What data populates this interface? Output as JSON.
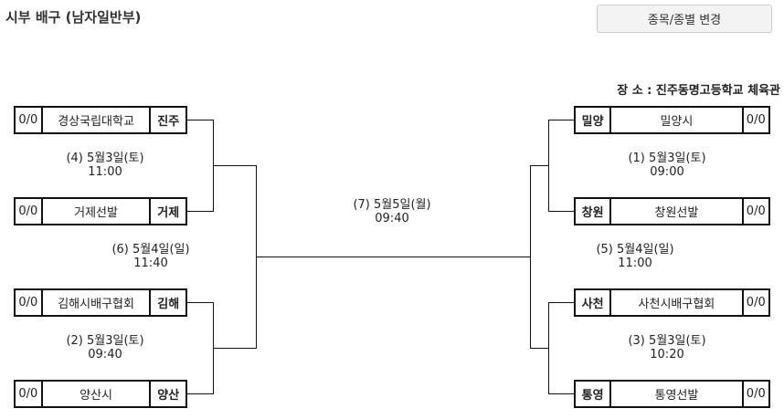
{
  "title": "시부 배구 (남자일반부)",
  "change_button": "종목/종별 변경",
  "venue": "장 소 : 진주동명고등학교 체육관",
  "left_teams": [
    {
      "score": "0/0",
      "name": "경상국립대학교",
      "region": "진주"
    },
    {
      "score": "0/0",
      "name": "거제선발",
      "region": "거제"
    },
    {
      "score": "0/0",
      "name": "김해시배구협회",
      "region": "김해"
    },
    {
      "score": "0/0",
      "name": "양산시",
      "region": "양산"
    }
  ],
  "right_teams": [
    {
      "score": "0/0",
      "name": "밀양시",
      "region": "밀양"
    },
    {
      "score": "0/0",
      "name": "창원선발",
      "region": "창원"
    },
    {
      "score": "0/0",
      "name": "사천시배구협회",
      "region": "사천"
    },
    {
      "score": "0/0",
      "name": "통영선발",
      "region": "통영"
    }
  ],
  "matches": {
    "m4": {
      "label": "(4) 5월3일(토)",
      "time": "11:00"
    },
    "m2": {
      "label": "(2) 5월3일(토)",
      "time": "09:40"
    },
    "m6": {
      "label": "(6) 5월4일(일)",
      "time": "11:40"
    },
    "m7": {
      "label": "(7) 5월5일(월)",
      "time": "09:40"
    },
    "m1": {
      "label": "(1) 5월3일(토)",
      "time": "09:00"
    },
    "m3": {
      "label": "(3) 5월3일(토)",
      "time": "10:20"
    },
    "m5": {
      "label": "(5) 5월4일(일)",
      "time": "11:00"
    }
  }
}
